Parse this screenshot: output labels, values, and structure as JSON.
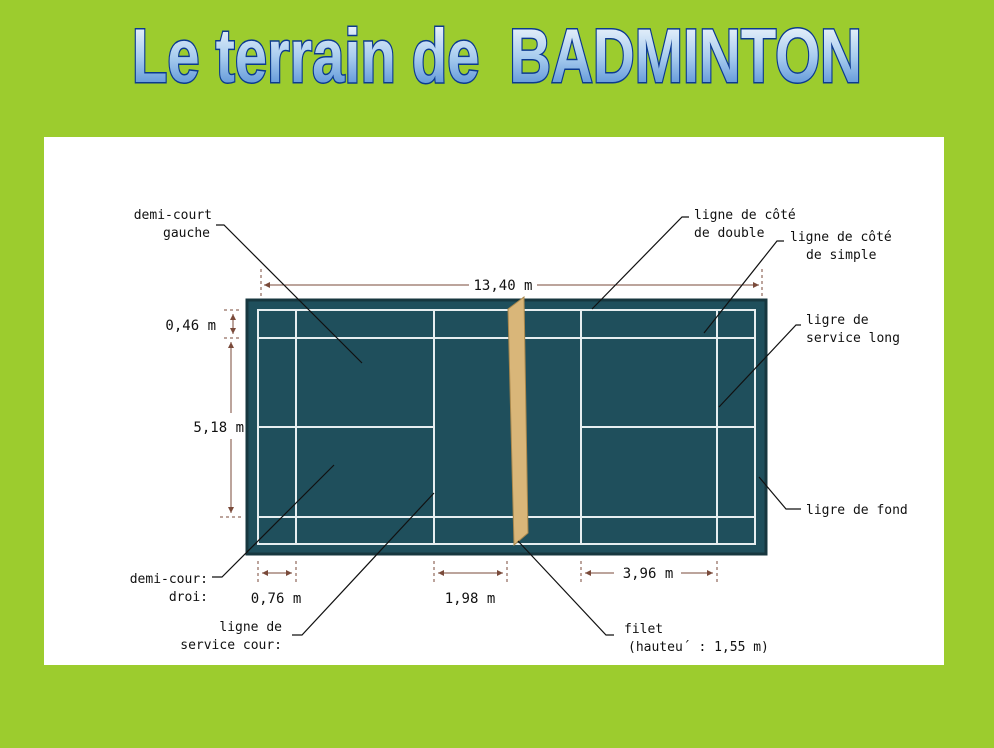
{
  "title": {
    "part1": "Le terrain de",
    "part2": "BADMINTON"
  },
  "labels": {
    "demi_court_gauche_1": "demi-court",
    "demi_court_gauche_2": "gauche",
    "ligne_cote_double_1": "ligne de côté",
    "ligne_cote_double_2": "de double",
    "ligne_cote_simple_1": "ligne de côté",
    "ligne_cote_simple_2": "de simple",
    "service_long_1": "ligre de",
    "service_long_2": "service long",
    "ligne_fond": "ligre de fond",
    "demi_court_droit_1": "demi-cour:",
    "demi_court_droit_2": "droi:",
    "service_court_1": "ligne de",
    "service_court_2": "service cour:",
    "filet_1": "filet",
    "filet_2": "(hauteu´ : 1,55 m)"
  },
  "dimensions": {
    "length": "13,40 m",
    "alley": "0,46 m",
    "width_simple": "5,18 m",
    "back_gap": "0,76 m",
    "service_short": "1,98 m",
    "service_zone": "3,96 m"
  },
  "colors": {
    "background": "#9ccc2e",
    "court": "#1f4f5c",
    "lines": "#e6eef0",
    "net": "#d9b679",
    "title_fill": "#cfe6f7",
    "title_stroke": "#0b3a8f"
  }
}
